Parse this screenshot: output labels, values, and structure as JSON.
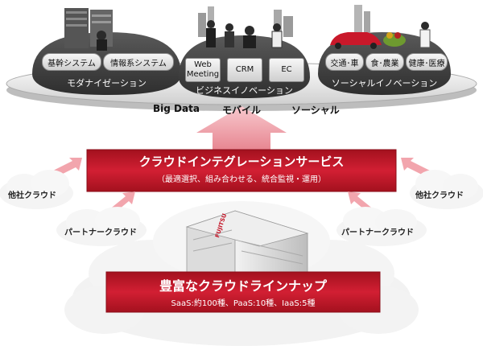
{
  "top_platform": {
    "modernization": {
      "label": "モダナイゼーション",
      "items": [
        "基幹システム",
        "情報系システム"
      ]
    },
    "business_innovation": {
      "label": "ビジネスイノベーション",
      "items": [
        "Web\nMeeting",
        "CRM",
        "EC"
      ]
    },
    "social_innovation": {
      "label": "ソーシャルイノベーション",
      "items": [
        "交通･車",
        "食･農業",
        "健康･医療"
      ]
    }
  },
  "drivers": [
    "Big Data",
    "モバイル",
    "ソーシャル"
  ],
  "integration_service": {
    "title": "クラウドインテグレーションサービス",
    "subtitle": "（最適選択、組み合わせる、統合監視・運用）"
  },
  "clouds": {
    "other_left": "他社クラウド",
    "other_right": "他社クラウド",
    "partner_left": "パートナークラウド",
    "partner_right": "パートナークラウド"
  },
  "datacenter_logo": "FUJITSU",
  "lineup": {
    "title": "豊富なクラウドラインナップ",
    "subtitle": "SaaS:約100種、PaaS:10種、IaaS:5種"
  },
  "colors": {
    "banner_red": "#c4182a",
    "platform_dark": "#3f3f3f",
    "arrow_pink": "#f2a5ad"
  }
}
